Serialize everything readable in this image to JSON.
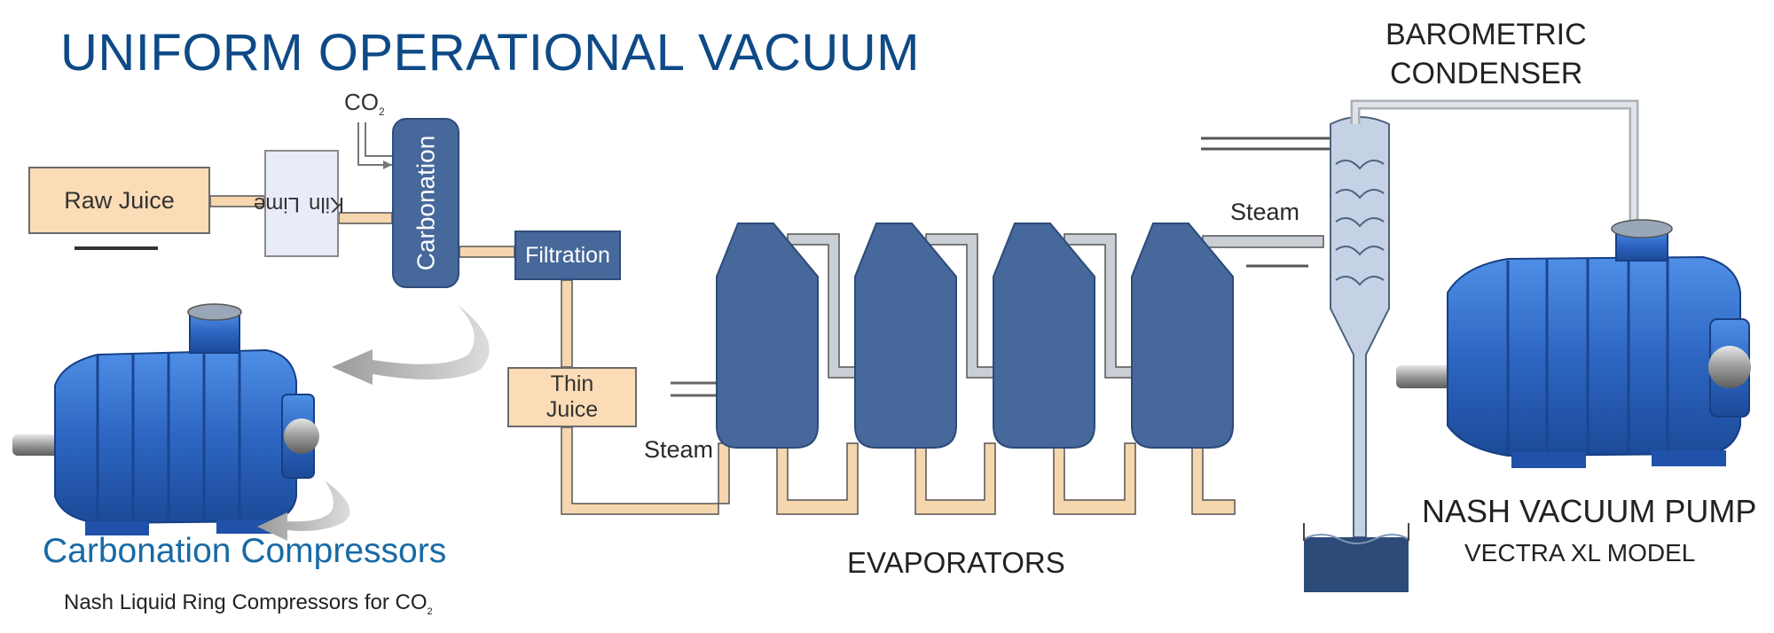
{
  "title": "UNIFORM OPERATIONAL VACUUM",
  "flow": {
    "raw_juice": "Raw Juice",
    "lime_kiln_line1": "Lime",
    "lime_kiln_line2": "Kiln",
    "co2_main": "CO",
    "co2_sub": "2",
    "carbonation": "Carbonation",
    "filtration": "Filtration",
    "thin_juice_line1": "Thin",
    "thin_juice_line2": "Juice",
    "steam_evaporator": "Steam",
    "steam_condenser": "Steam",
    "evaporators": "EVAPORATORS"
  },
  "condenser": {
    "line1": "BAROMETRIC",
    "line2": "CONDENSER"
  },
  "vacuum_pump": {
    "title": "NASH VACUUM PUMP",
    "model": "VECTRA XL  MODEL"
  },
  "compressor": {
    "title": "Carbonation Compressors",
    "subtitle_main": "Nash Liquid Ring Compressors for CO",
    "subtitle_sub": "2"
  },
  "colors": {
    "title_blue": "#0e4a86",
    "vessel_blue": "#46689a",
    "pipe_tan": "#f6d6ae",
    "pipe_grey": "#c9cfd4",
    "juice_box": "#fbdcb6",
    "pump_blue": "#2f6bc4",
    "compressor_text": "#176aa6"
  },
  "icons": [
    "pump-icon",
    "curved-arrow-icon",
    "liquid-ring-compressor-icon"
  ]
}
